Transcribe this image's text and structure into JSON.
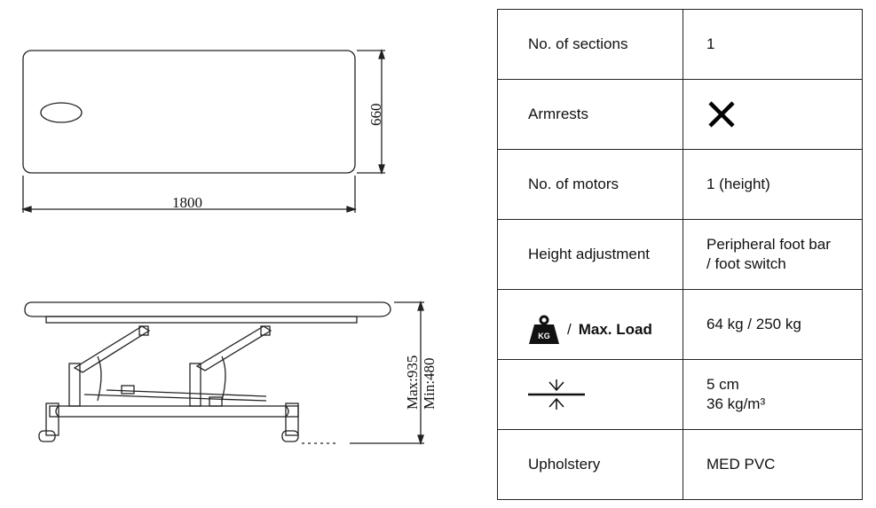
{
  "top_view": {
    "width_label": "1800",
    "depth_label": "660"
  },
  "side_view": {
    "max_label": "Max:935",
    "min_label": "Min:480"
  },
  "specs": {
    "sections": {
      "label": "No. of sections",
      "value": "1"
    },
    "armrests": {
      "label": "Armrests",
      "value_icon": "cross-icon"
    },
    "motors": {
      "label": "No. of motors",
      "value": "1 (height)"
    },
    "height_adjustment": {
      "label": "Height adjustment",
      "value_lines": [
        "Peripheral foot bar",
        "/ foot switch"
      ]
    },
    "max_load": {
      "icon": "weight-kg-icon",
      "icon_text": "KG",
      "prefix": "/",
      "label": "Max. Load",
      "value": "64 kg / 250 kg"
    },
    "cushion": {
      "icon": "thickness-icon",
      "value_lines": [
        "5 cm",
        "36 kg/m³"
      ]
    },
    "upholstery": {
      "label": "Upholstery",
      "value": "MED PVC"
    }
  }
}
